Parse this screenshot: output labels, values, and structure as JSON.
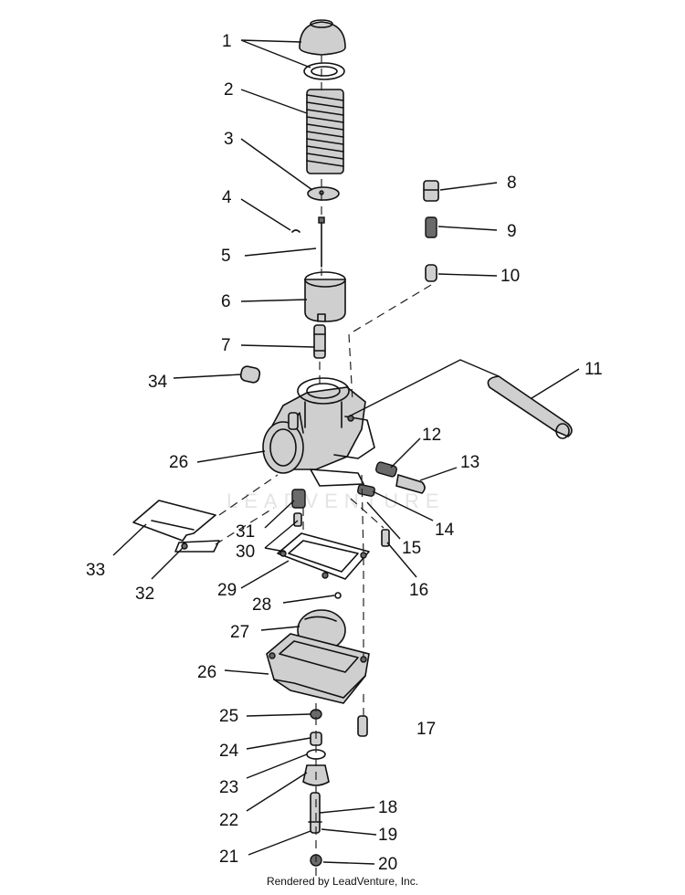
{
  "labels": {
    "1": "1",
    "2": "2",
    "3": "3",
    "4": "4",
    "5": "5",
    "6": "6",
    "7": "7",
    "8": "8",
    "9": "9",
    "10": "10",
    "11": "11",
    "12": "12",
    "13": "13",
    "14": "14",
    "15": "15",
    "16": "16",
    "17": "17",
    "18": "18",
    "19": "19",
    "20": "20",
    "21": "21",
    "22": "22",
    "23": "23",
    "24": "24",
    "25": "25",
    "26a": "26",
    "26b": "26",
    "27": "27",
    "28": "28",
    "29": "29",
    "30": "30",
    "31": "31",
    "32": "32",
    "33": "33",
    "34": "34"
  },
  "watermark": "LEADVENTURE",
  "footer": "Rendered by LeadVenture, Inc."
}
